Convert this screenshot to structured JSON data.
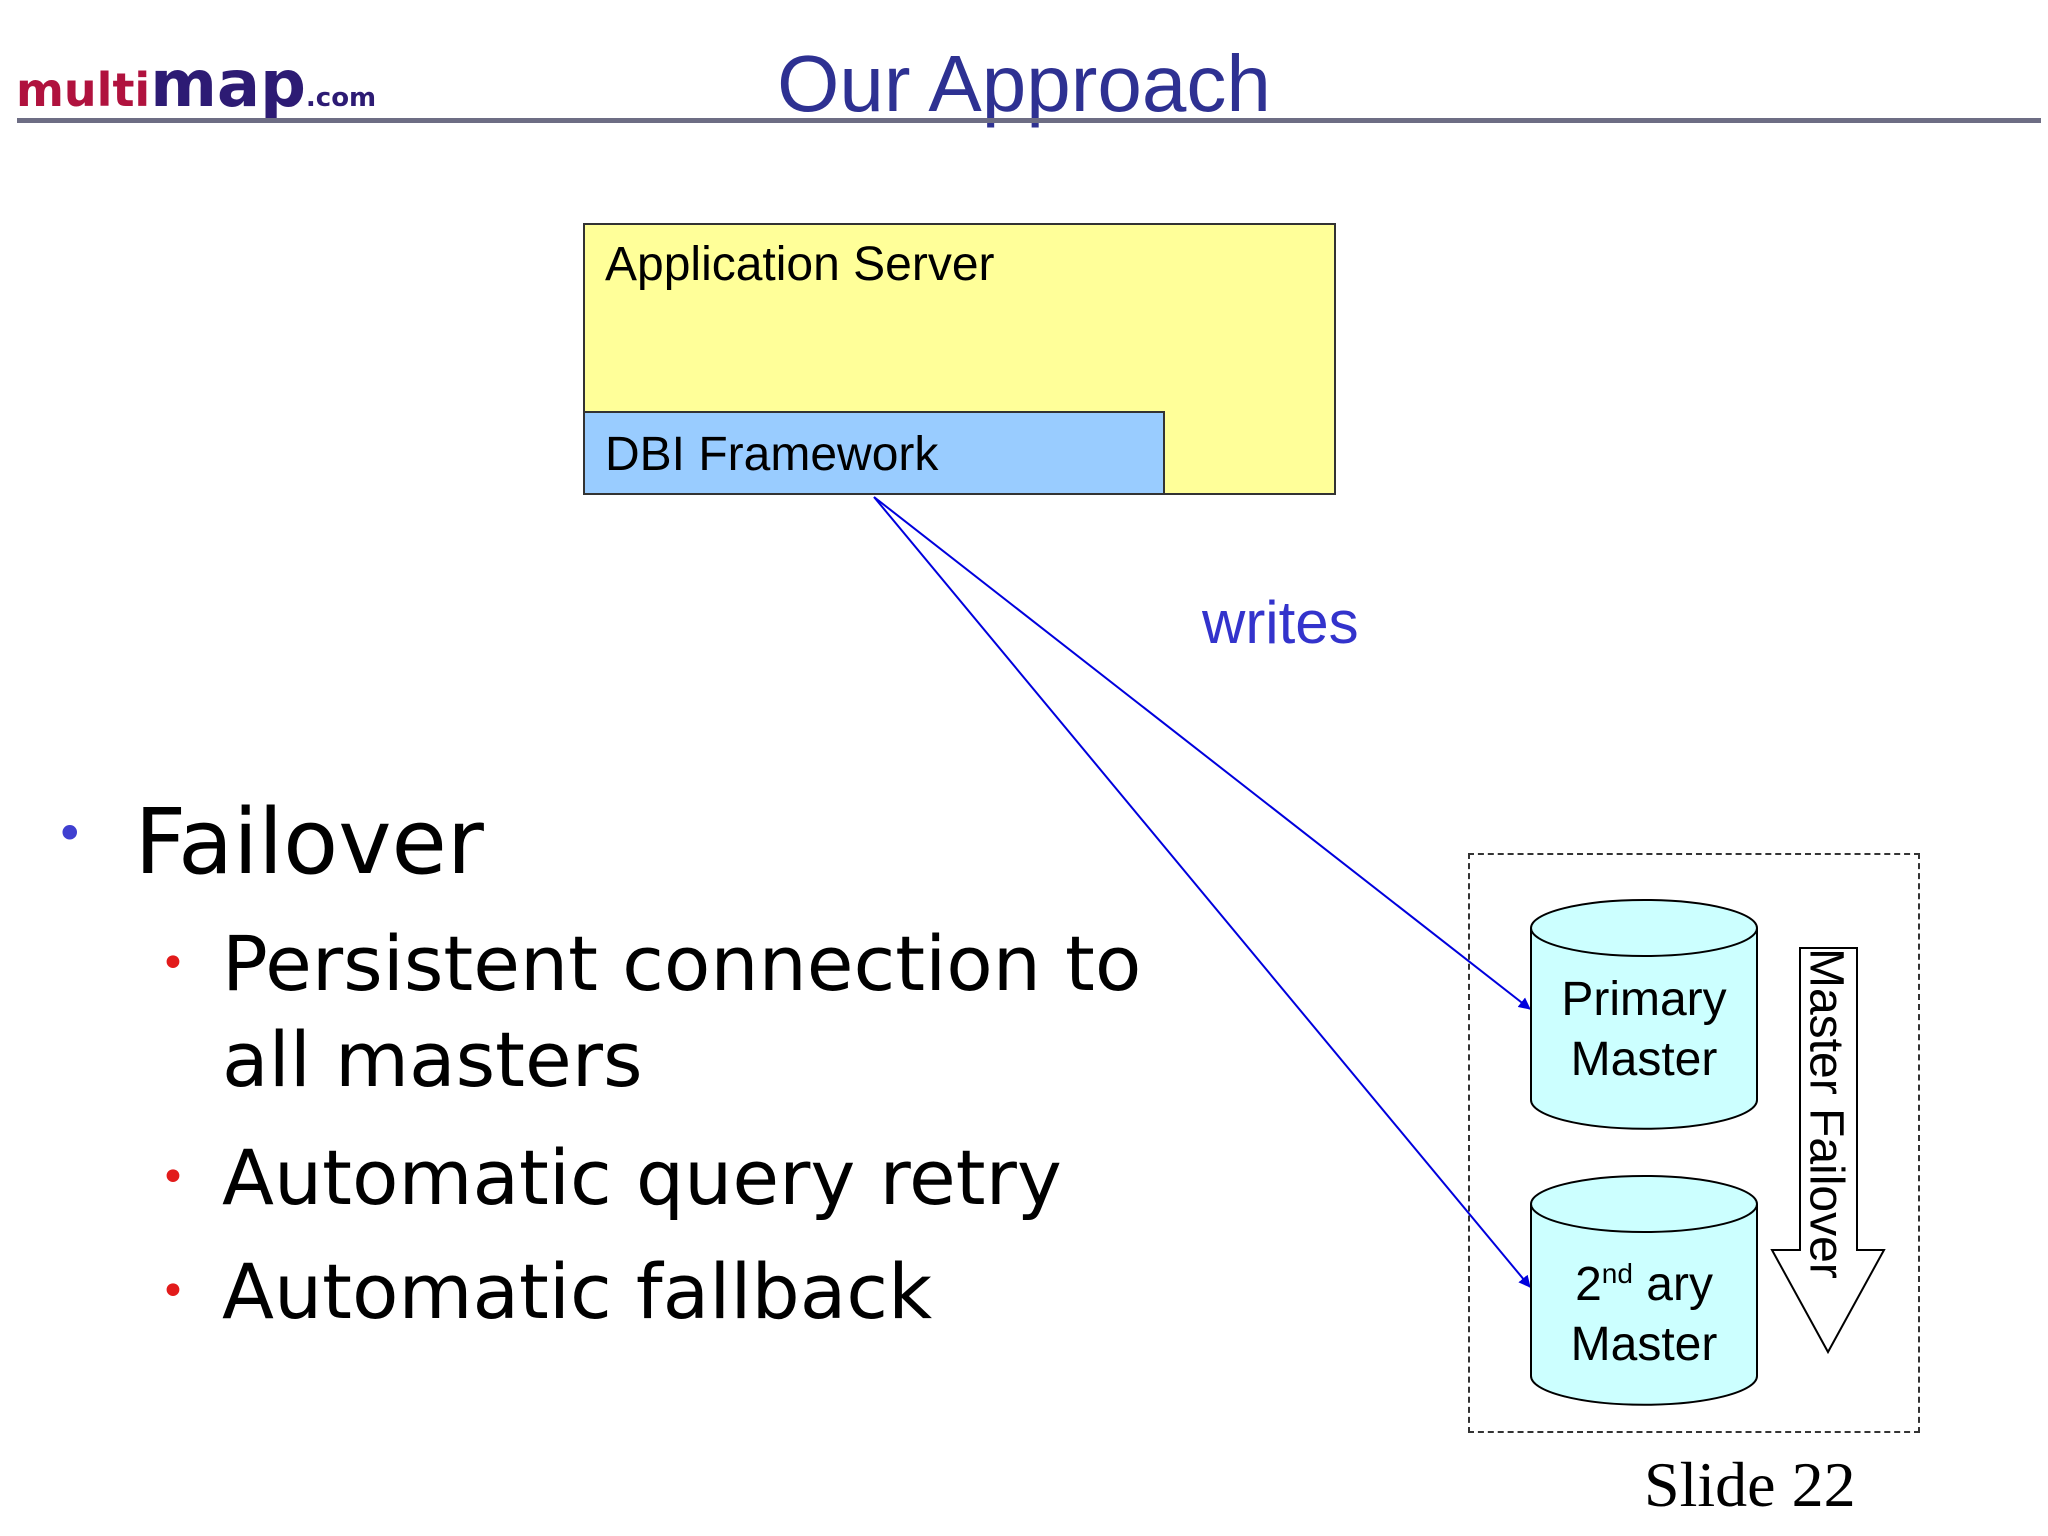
{
  "logo": {
    "part1": "multi",
    "part2": "map",
    "part3": ".com"
  },
  "title": "Our Approach",
  "diagram": {
    "app_server": "Application Server",
    "dbi_framework": "DBI Framework",
    "writes_label": "writes",
    "primary_master": {
      "line1": "Primary",
      "line2": "Master"
    },
    "secondary_master": {
      "prefix": "2",
      "sup": "nd",
      "suffix": " ary",
      "line2": "Master"
    },
    "failover_arrow_label": "Master Failover",
    "colors": {
      "app_server_fill": "#ffff99",
      "dbi_fill": "#99ccff",
      "cylinder_fill": "#ccffff",
      "arrow": "#0000dd"
    }
  },
  "bullets": {
    "main": "Failover",
    "sub": [
      {
        "lines": [
          "Persistent connection to",
          "all masters"
        ]
      },
      {
        "lines": [
          "Automatic query retry"
        ]
      },
      {
        "lines": [
          "Automatic fallback"
        ]
      }
    ]
  },
  "footer": {
    "slide": "Slide 22"
  }
}
